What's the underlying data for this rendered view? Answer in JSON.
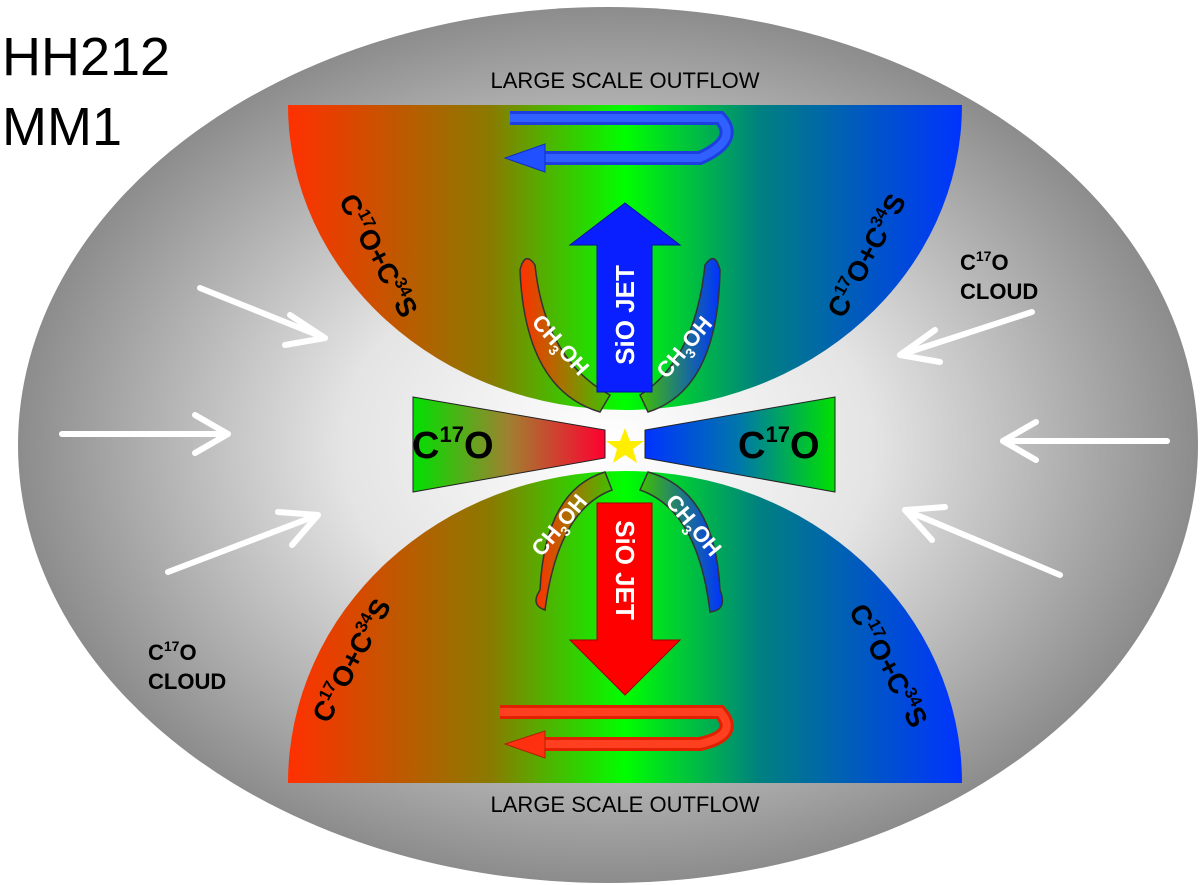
{
  "title": {
    "line1": "HH212",
    "line2": "MM1"
  },
  "outflow_top": "LARGE SCALE OUTFLOW",
  "outflow_bottom": "LARGE SCALE OUTFLOW",
  "cavity_label": {
    "p1": "C",
    "s1": "17",
    "p2": "O+C",
    "s2": "34",
    "p3": "S"
  },
  "disk_label": {
    "p1": "C",
    "s1": "17",
    "p2": "O"
  },
  "methanol": {
    "p1": "CH",
    "s1": "3",
    "p2": "OH"
  },
  "jet_label": "SiO JET",
  "cloud": {
    "p1": "C",
    "s1": "17",
    "p2": "O",
    "line2": "CLOUD"
  },
  "colors": {
    "red": "#ff3300",
    "green": "#00ff00",
    "blue": "#0033ff",
    "star": "#ffee00"
  }
}
